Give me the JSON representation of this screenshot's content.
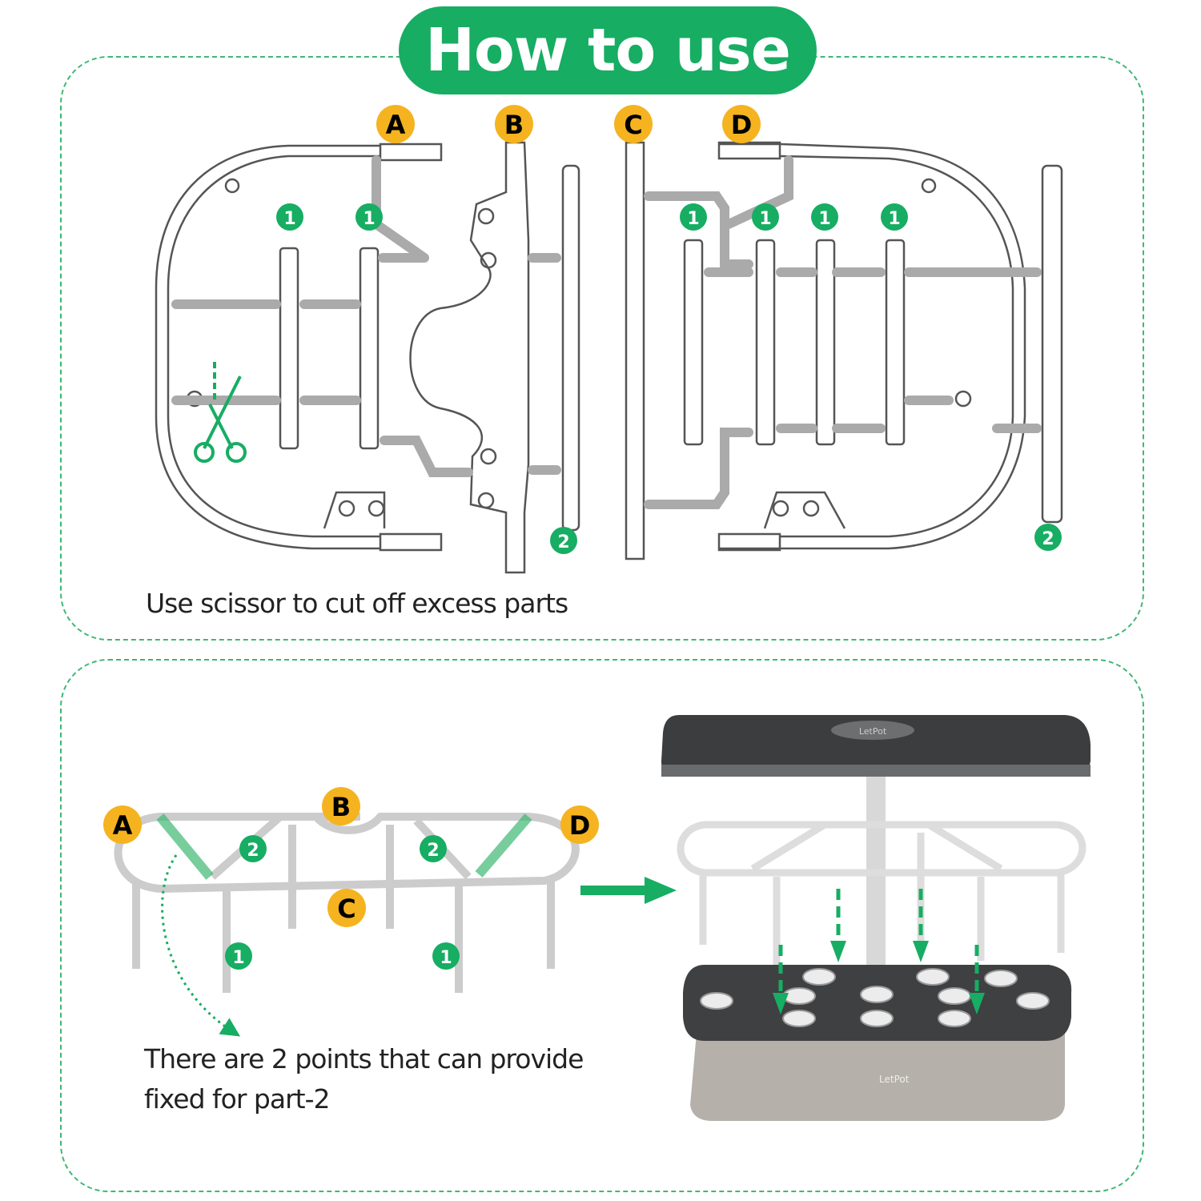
{
  "title": "How to use",
  "top_panel": {
    "caption": "Use scissor to cut off  excess parts",
    "part_labels": [
      "A",
      "B",
      "C",
      "D"
    ],
    "markers": {
      "one": "1",
      "two": "2"
    }
  },
  "bottom_panel": {
    "caption_line1": "There are 2 points that can provide",
    "caption_line2": "fixed for part-2",
    "part_labels": [
      "A",
      "B",
      "C",
      "D"
    ],
    "markers": {
      "one": "1",
      "two": "2"
    },
    "brand": "LetPot"
  },
  "colors": {
    "green": "#17ad63",
    "orange": "#f5b320",
    "frame": "#555555",
    "lamp": "#3c3d3f",
    "base": "#b5b0aa"
  }
}
